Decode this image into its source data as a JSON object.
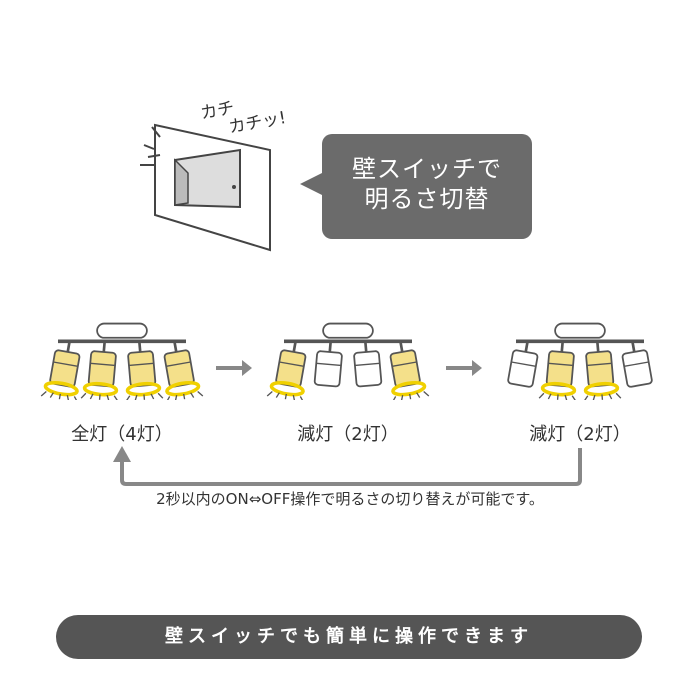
{
  "switch_sound": [
    "カチ",
    "カチッ!"
  ],
  "bubble": {
    "line1": "壁スイッチで",
    "line2": "明るさ切替"
  },
  "modes": [
    {
      "label": "全灯（4灯）",
      "lit": [
        true,
        true,
        true,
        true
      ]
    },
    {
      "label": "減灯（2灯）",
      "lit": [
        true,
        false,
        false,
        true
      ]
    },
    {
      "label": "減灯（2灯）",
      "lit": [
        false,
        true,
        true,
        false
      ]
    }
  ],
  "note": "2秒以内のON⇔OFF操作で明るさの切り替えが可能です。",
  "footer": "壁スイッチでも簡単に操作できます",
  "colors": {
    "bubble": "#6b6b6b",
    "banner": "#555555",
    "lit": "#f4e08a",
    "glow": "#f0d000",
    "line": "#555555",
    "arrow": "#888888"
  }
}
